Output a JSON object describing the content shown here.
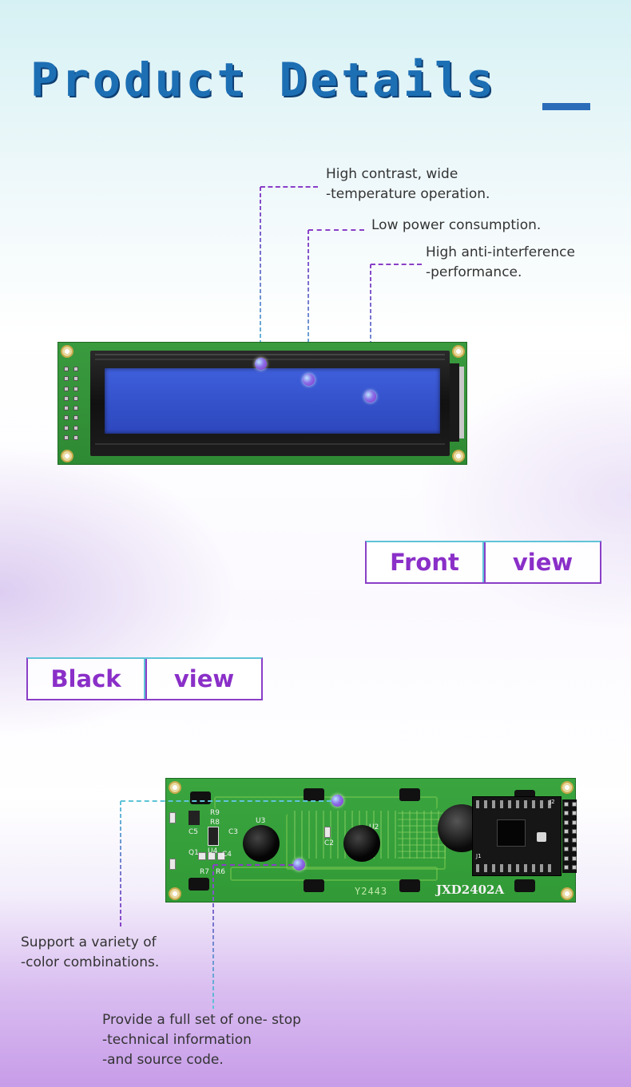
{
  "header": {
    "title": "Product Details"
  },
  "front_callouts": [
    {
      "lines": [
        "High contrast, wide",
        "-temperature operation."
      ]
    },
    {
      "lines": [
        "Low power consumption."
      ]
    },
    {
      "lines": [
        "High anti-interference",
        "-performance."
      ]
    }
  ],
  "front_label": {
    "left": "Front",
    "right": "view"
  },
  "back_label": {
    "left": "Black",
    "right": "view"
  },
  "back_callouts": [
    {
      "lines": [
        "Support a variety of",
        "-color combinations."
      ]
    },
    {
      "lines": [
        "Provide a full set of one- stop",
        "-technical information",
        "-and source code."
      ]
    }
  ],
  "board_silk": {
    "model": "JXD2402A",
    "date_code": "Y2443",
    "u3": "U3",
    "u2": "U2",
    "r9": "R9",
    "r8": "R8",
    "r7": "R7",
    "r6": "R6",
    "c3": "C3",
    "c4": "C4",
    "c2": "C2",
    "c5": "C5",
    "q1": "Q1",
    "u4": "U4",
    "j2": "J2",
    "j1": "J1"
  },
  "colors": {
    "title": "#1d6fb4",
    "accent_purple": "#8a2fc8",
    "accent_teal": "#5fc4d8",
    "screen_blue": "#3350c8",
    "pcb_green": "#2e8a33"
  }
}
